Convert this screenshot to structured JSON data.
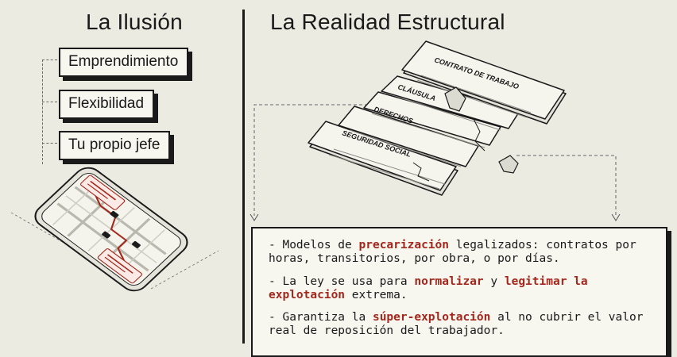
{
  "left": {
    "title": "La Ilusión",
    "tags": [
      "Emprendimiento",
      "Flexibilidad",
      "Tu propio jefe"
    ]
  },
  "right": {
    "title": "La Realidad Estructural",
    "documents": [
      "CONTRATO DE TRABAJO",
      "CLÁUSULA",
      "DERECHOS",
      "SEGURIDAD SOCIAL"
    ],
    "bullets": [
      {
        "parts": [
          {
            "text": "Modelos de ",
            "em": false
          },
          {
            "text": "precarización",
            "em": true
          },
          {
            "text": " legalizados: contratos por horas, transitorios, por obra, o por días.",
            "em": false
          }
        ]
      },
      {
        "parts": [
          {
            "text": "La ley se usa para ",
            "em": false
          },
          {
            "text": "normalizar",
            "em": true
          },
          {
            "text": " y ",
            "em": false
          },
          {
            "text": "legitimar la explotación",
            "em": true
          },
          {
            "text": " extrema.",
            "em": false
          }
        ]
      },
      {
        "parts": [
          {
            "text": "Garantiza la ",
            "em": false
          },
          {
            "text": "súper-explotación",
            "em": true
          },
          {
            "text": " al no cubrir el valor real de reposición del trabajador.",
            "em": false
          }
        ]
      }
    ]
  },
  "colors": {
    "accent": "#a3271c",
    "ink": "#1a1a1a",
    "background": "#ecebe2"
  },
  "icons": {
    "phone": "smartphone-map-icon",
    "documents": "torn-contract-icon"
  }
}
